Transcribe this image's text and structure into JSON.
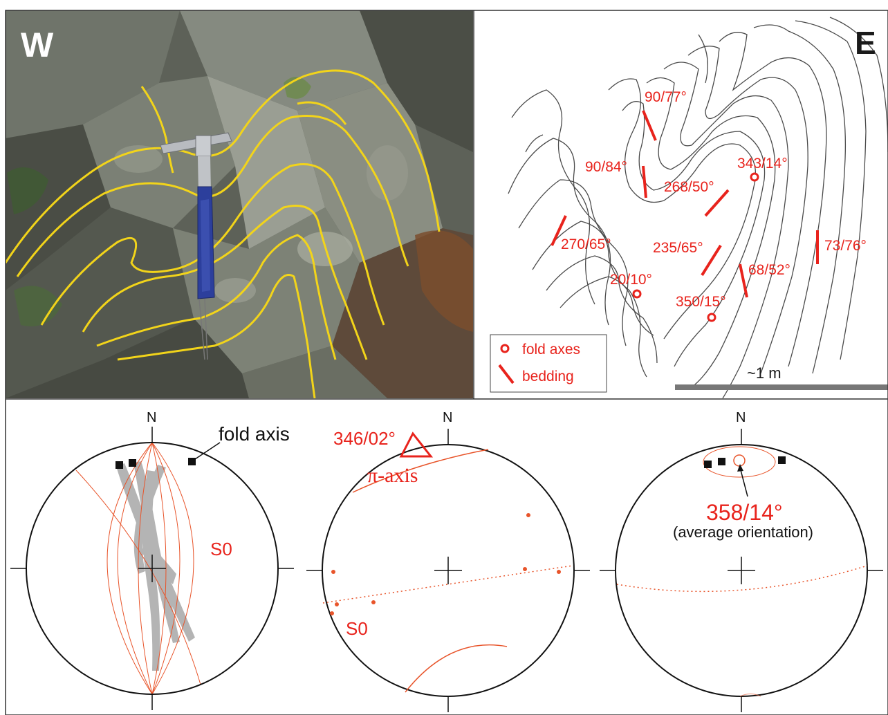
{
  "photo_panel": {
    "west_label": "W",
    "colors": {
      "trace": "#f2d41a",
      "rock_dark": "#3f423a",
      "rock_light": "#8d9187",
      "hammer_handle": "#2c3f9c"
    }
  },
  "sketch_panel": {
    "east_label": "E",
    "measurements": [
      "90/77°",
      "90/84°",
      "343/14°",
      "268/50°",
      "270/65°",
      "235/65°",
      "73/76°",
      "68/52°",
      "20/10°",
      "350/15°"
    ],
    "legend": {
      "fold_axes": "fold axes",
      "bedding": "bedding"
    },
    "scale_label": "~1 m",
    "colors": {
      "accent": "#e8231c",
      "fold_lines": "#4a4a4a",
      "scale_bar": "#777777"
    }
  },
  "stereonets": {
    "north_label": "N",
    "left": {
      "fold_axis_label": "fold axis",
      "s0_label": "S0"
    },
    "middle": {
      "pi_axis_value": "346/02°",
      "pi_axis_label": "π-axis",
      "s0_label": "S0"
    },
    "right": {
      "average_value": "358/14°",
      "average_label": "(average orientation)"
    }
  }
}
